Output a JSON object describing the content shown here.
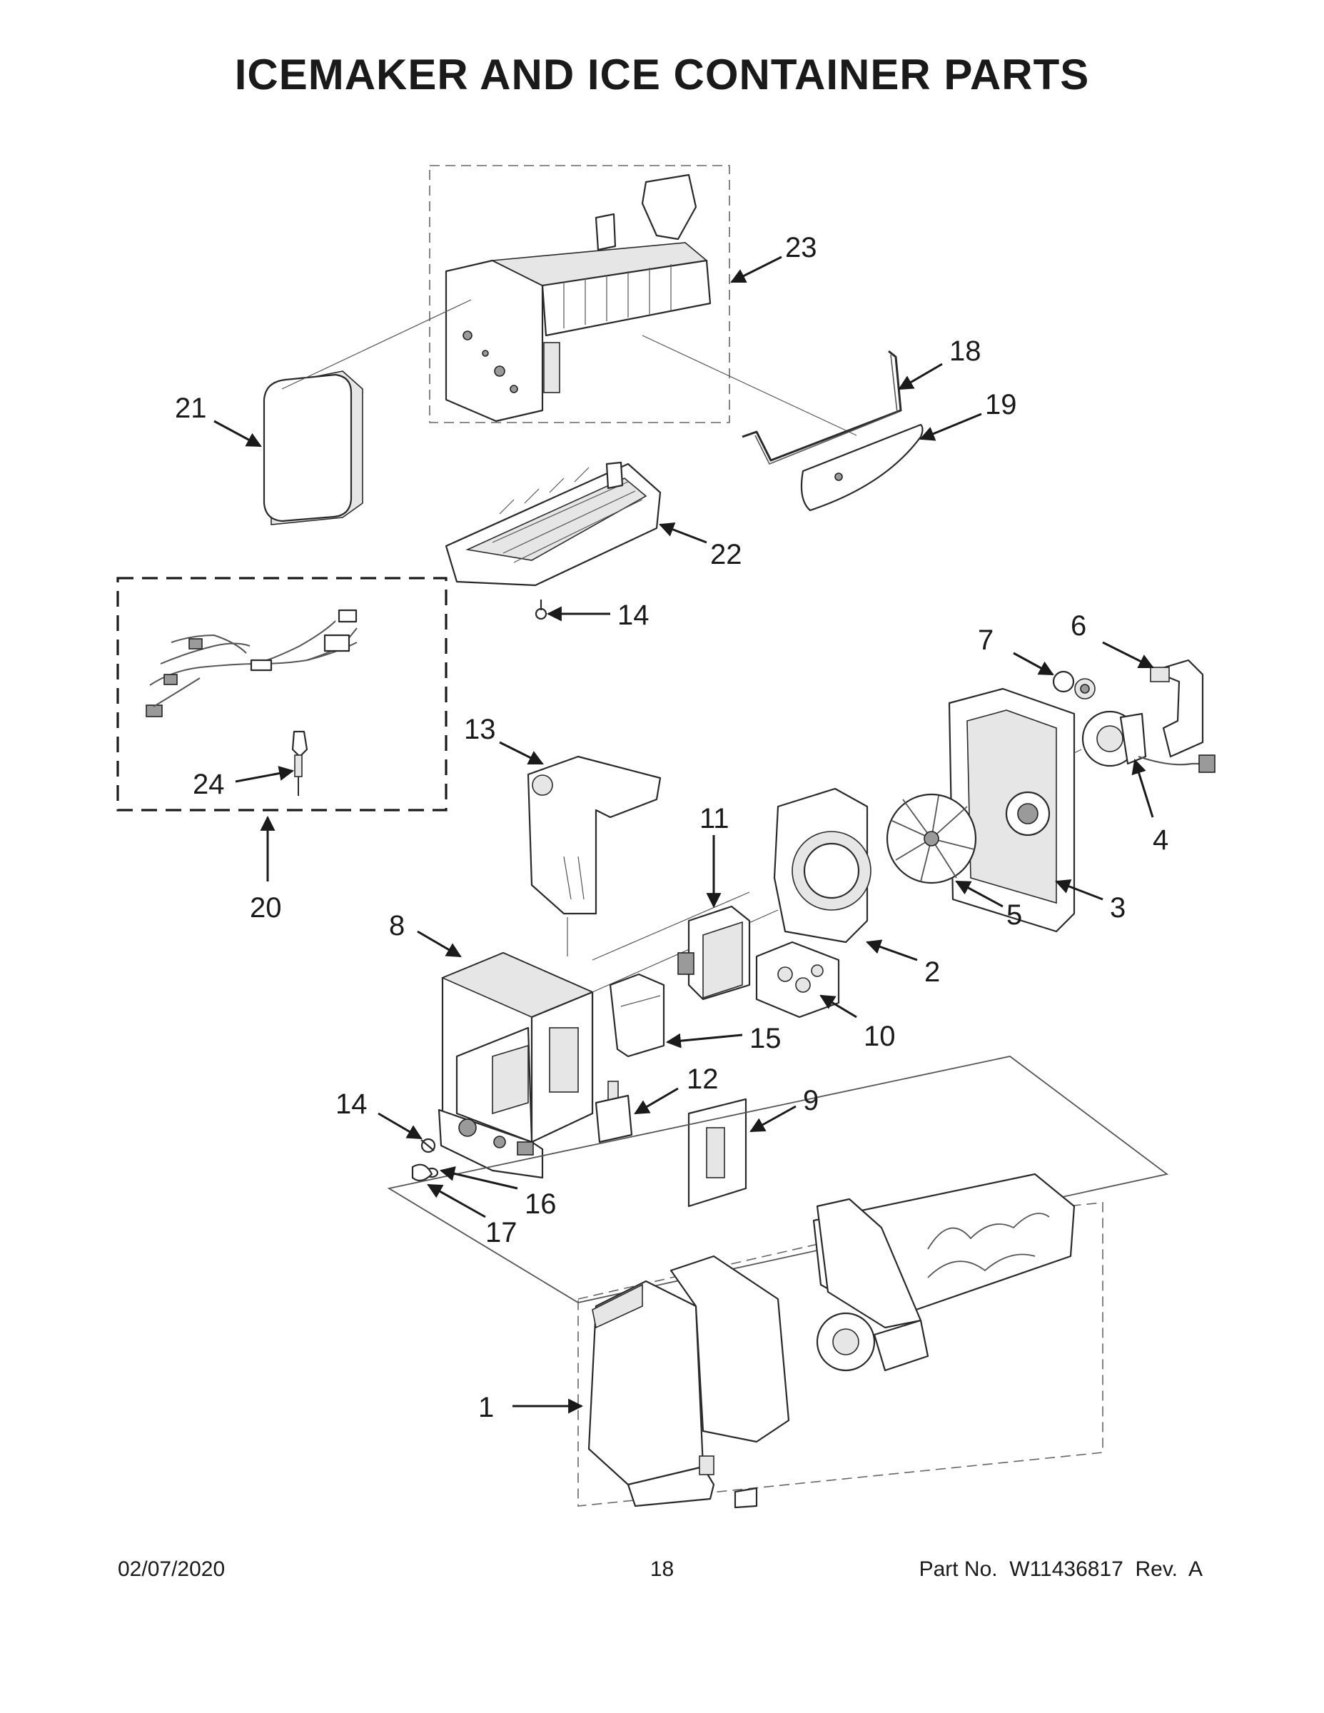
{
  "title": "ICEMAKER AND ICE CONTAINER PARTS",
  "callouts": {
    "c1": "1",
    "c2": "2",
    "c3": "3",
    "c4": "4",
    "c5": "5",
    "c6": "6",
    "c7": "7",
    "c8": "8",
    "c9": "9",
    "c10": "10",
    "c11": "11",
    "c12": "12",
    "c13": "13",
    "c14a": "14",
    "c14b": "14",
    "c15": "15",
    "c16": "16",
    "c17": "17",
    "c18": "18",
    "c19": "19",
    "c20": "20",
    "c21": "21",
    "c22": "22",
    "c23": "23",
    "c24": "24"
  },
  "footer": {
    "date": "02/07/2020",
    "page_number": "18",
    "part_number": "Part No.  W11436817  Rev.  A"
  }
}
